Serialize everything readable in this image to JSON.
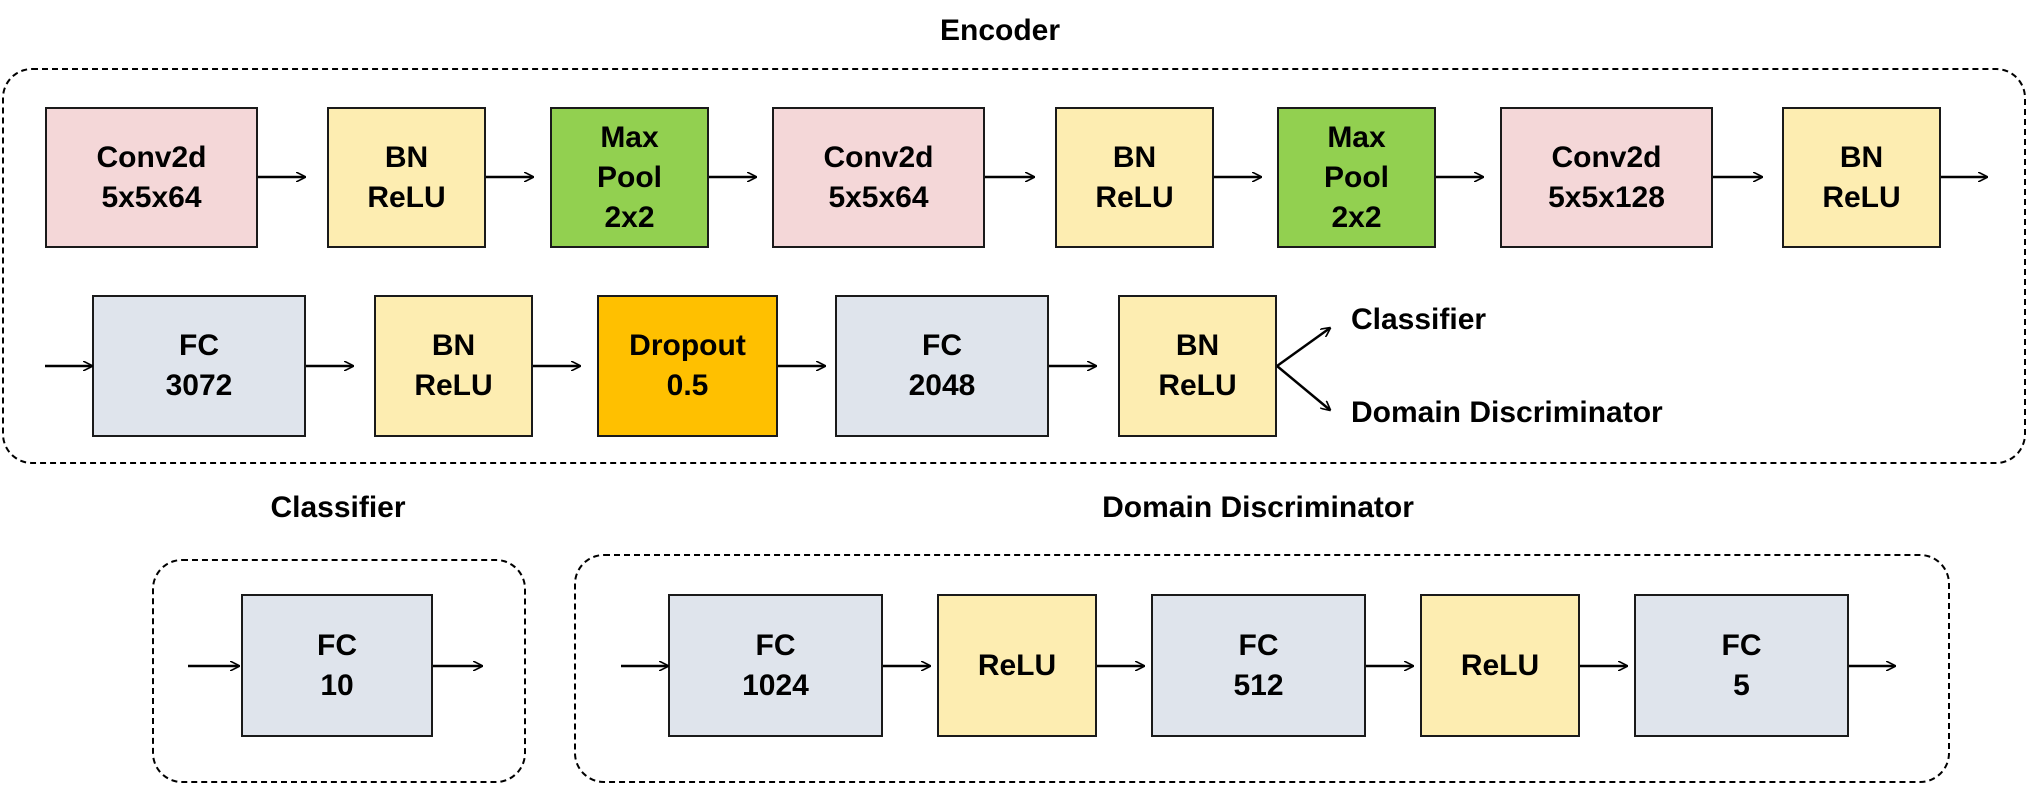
{
  "encoder": {
    "title": "Encoder",
    "row1": [
      {
        "type": "conv",
        "lines": [
          "Conv2d",
          "5x5x64"
        ]
      },
      {
        "type": "bn",
        "lines": [
          "BN",
          "ReLU"
        ]
      },
      {
        "type": "pool",
        "lines": [
          "Max",
          "Pool",
          "2x2"
        ]
      },
      {
        "type": "conv",
        "lines": [
          "Conv2d",
          "5x5x64"
        ]
      },
      {
        "type": "bn",
        "lines": [
          "BN",
          "ReLU"
        ]
      },
      {
        "type": "pool",
        "lines": [
          "Max",
          "Pool",
          "2x2"
        ]
      },
      {
        "type": "conv",
        "lines": [
          "Conv2d",
          "5x5x128"
        ]
      },
      {
        "type": "bn",
        "lines": [
          "BN",
          "ReLU"
        ]
      }
    ],
    "row2": [
      {
        "type": "fc",
        "lines": [
          "FC",
          "3072"
        ]
      },
      {
        "type": "bn",
        "lines": [
          "BN",
          "ReLU"
        ]
      },
      {
        "type": "dropout",
        "lines": [
          "Dropout",
          "0.5"
        ]
      },
      {
        "type": "fc",
        "lines": [
          "FC",
          "2048"
        ]
      },
      {
        "type": "bn",
        "lines": [
          "BN",
          "ReLU"
        ]
      }
    ],
    "outputs": [
      "Classifier",
      "Domain Discriminator"
    ]
  },
  "classifier": {
    "title": "Classifier",
    "blocks": [
      {
        "type": "fc",
        "lines": [
          "FC",
          "10"
        ]
      }
    ]
  },
  "discriminator": {
    "title": "Domain Discriminator",
    "blocks": [
      {
        "type": "fc",
        "lines": [
          "FC",
          "1024"
        ]
      },
      {
        "type": "relu",
        "lines": [
          "ReLU"
        ]
      },
      {
        "type": "fc",
        "lines": [
          "FC",
          "512"
        ]
      },
      {
        "type": "relu",
        "lines": [
          "ReLU"
        ]
      },
      {
        "type": "fc",
        "lines": [
          "FC",
          "5"
        ]
      }
    ]
  },
  "colors": {
    "conv": "#f4d7d8",
    "bn_relu": "#fdedb1",
    "pool": "#92d050",
    "fc": "#dfe4ec",
    "dropout": "#ffc000"
  }
}
